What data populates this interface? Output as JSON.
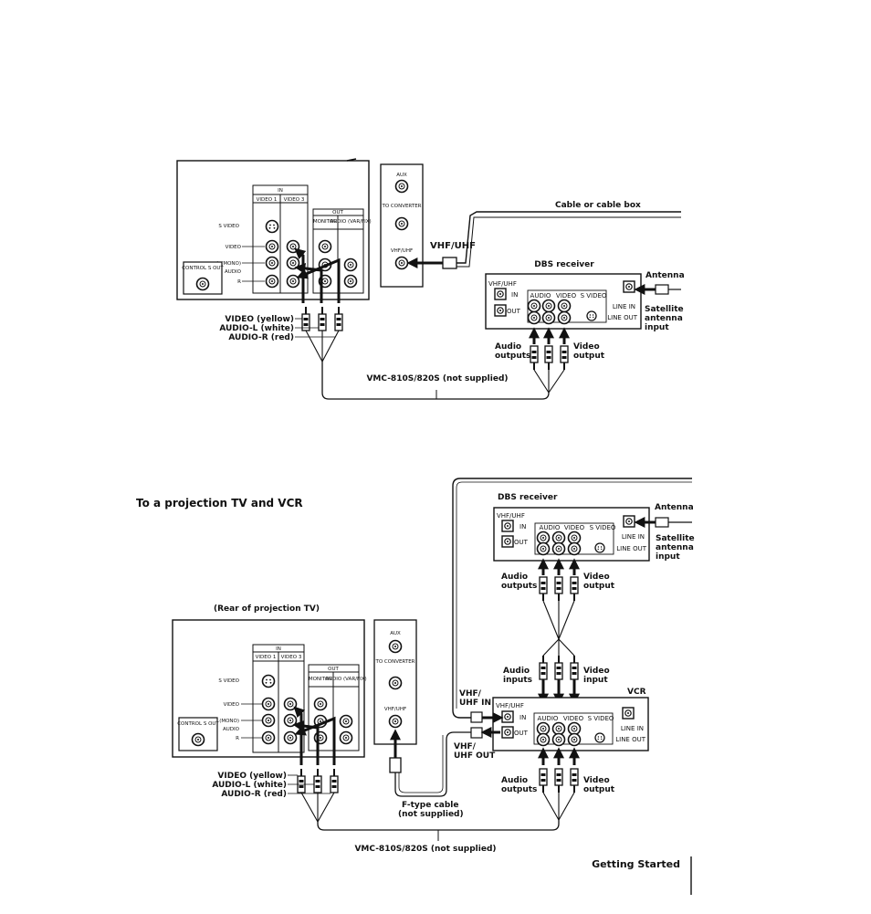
{
  "diagram1": {
    "tv": {
      "in_header": "IN",
      "video1": "VIDEO 1",
      "video3": "VIDEO 3",
      "out_header": "OUT",
      "monitor": "MONITOR",
      "audio_var": "AUDIO (VAR/FIX)",
      "s_video": "S VIDEO",
      "video": "VIDEO",
      "l_mono": "L (MONO)",
      "audio": "AUDIO",
      "r": "R",
      "control_s_out": "CONTROL S OUT"
    },
    "panel": {
      "aux": "AUX",
      "to_converter": "TO CONVERTER",
      "vhf_uhf": "VHF/UHF"
    },
    "labels": {
      "vhf_uhf": "VHF/UHF",
      "cable_box": "Cable or cable box",
      "dbs_receiver": "DBS receiver",
      "antenna": "Antenna",
      "satellite": "Satellite antenna input",
      "audio_outputs": "Audio outputs",
      "video_output": "Video output",
      "video_yellow": "VIDEO (yellow)",
      "audio_l_white": "AUDIO-L (white)",
      "audio_r_red": "AUDIO-R (red)",
      "cable_name": "VMC-810S/820S (not supplied)"
    },
    "dbs": {
      "vhf_uhf": "VHF/UHF",
      "in": "IN",
      "out": "OUT",
      "audio": "AUDIO",
      "video": "VIDEO",
      "s_video": "S VIDEO",
      "line_in": "LINE IN",
      "line_out": "LINE OUT"
    }
  },
  "diagram2": {
    "title": "To a projection TV and VCR",
    "rear_label": "(Rear of projection TV)",
    "tv": {
      "in_header": "IN",
      "video1": "VIDEO 1",
      "video3": "VIDEO 3",
      "out_header": "OUT",
      "monitor": "MONITOR",
      "audio_var": "AUDIO (VAR/FIX)",
      "s_video": "S VIDEO",
      "video": "VIDEO",
      "l_mono": "L (MONO)",
      "audio": "AUDIO",
      "r": "R",
      "control_s_out": "CONTROL S OUT"
    },
    "panel": {
      "aux": "AUX",
      "to_converter": "TO CONVERTER",
      "vhf_uhf": "VHF/UHF"
    },
    "labels": {
      "dbs_receiver": "DBS receiver",
      "antenna": "Antenna",
      "satellite": "Satellite antenna input",
      "audio_outputs_top": "Audio outputs",
      "video_output_top": "Video output",
      "audio_inputs": "Audio inputs",
      "video_input": "Video input",
      "vcr": "VCR",
      "vhf_uhf_in": "VHF/ UHF IN",
      "vhf_uhf_out": "VHF/ UHF OUT",
      "audio_outputs_bottom": "Audio outputs",
      "video_output_bottom": "Video output",
      "video_yellow": "VIDEO (yellow)",
      "audio_l_white": "AUDIO-L (white)",
      "audio_r_red": "AUDIO-R (red)",
      "f_type_cable": "F-type cable (not supplied)",
      "cable_name": "VMC-810S/820S (not supplied)"
    },
    "dbs": {
      "vhf_uhf": "VHF/UHF",
      "in": "IN",
      "out": "OUT",
      "audio": "AUDIO",
      "video": "VIDEO",
      "s_video": "S VIDEO",
      "line_in": "LINE IN",
      "line_out": "LINE OUT"
    },
    "vcr_panel": {
      "vhf_uhf": "VHF/UHF",
      "in": "IN",
      "out": "OUT",
      "audio": "AUDIO",
      "video": "VIDEO",
      "s_video": "S VIDEO",
      "line_in": "LINE IN",
      "line_out": "LINE OUT"
    }
  },
  "footer": {
    "section": "Getting Started"
  }
}
